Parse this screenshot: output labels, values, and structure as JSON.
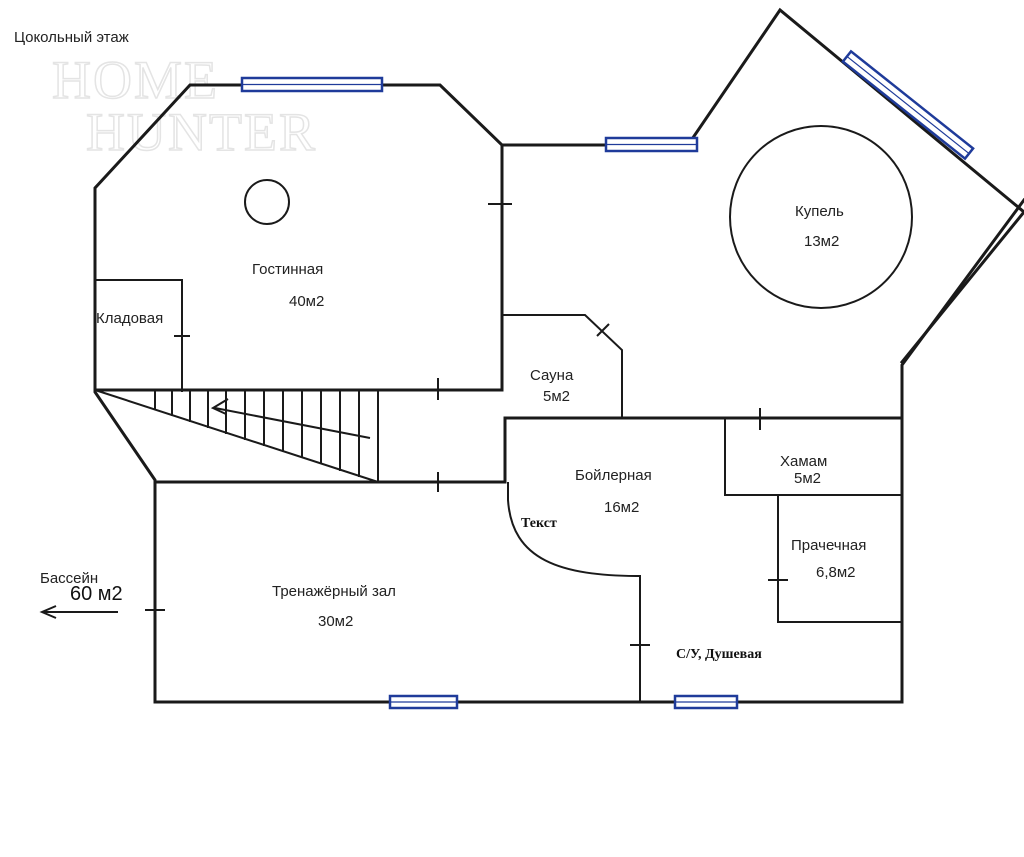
{
  "title": "Цокольный этаж",
  "watermark": {
    "line1": "HOME",
    "line2": "HUNTER"
  },
  "rooms": {
    "living": {
      "name": "Гостинная",
      "area": "40м2"
    },
    "storage": {
      "name": "Кладовая"
    },
    "font": {
      "name": "Купель",
      "area": "13м2"
    },
    "sauna": {
      "name": "Сауна",
      "area": "5м2"
    },
    "boiler": {
      "name": "Бойлерная",
      "area": "16м2"
    },
    "hamam": {
      "name": "Хамам",
      "area": "5м2"
    },
    "laundry": {
      "name": "Прачечная",
      "area": "6,8м2"
    },
    "gym": {
      "name": "Тренажёрный зал",
      "area": "30м2"
    },
    "pool": {
      "name": "Бассейн",
      "area": "60 м2"
    },
    "bathroom": {
      "name": "С/У, Душевая"
    }
  },
  "labels": {
    "text_placeholder": "Текст"
  }
}
